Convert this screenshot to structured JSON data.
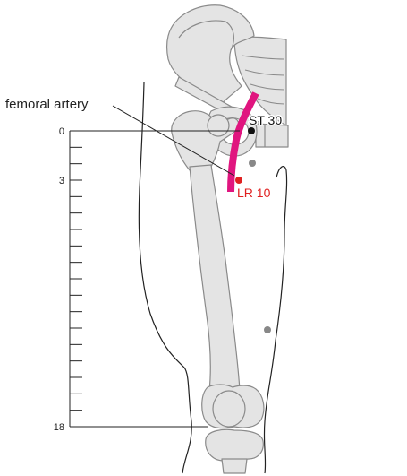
{
  "labels": {
    "artery": "femoral artery",
    "st30": "ST 30",
    "lr10": "LR 10"
  },
  "scale": {
    "top": "0",
    "mid": "3",
    "bottom": "18",
    "max_units": 18,
    "tick_count": 18
  },
  "colors": {
    "artery": "#e0157f",
    "lr10": "#e02020",
    "st30": "#111111",
    "bone_fill": "#e4e4e4",
    "bone_stroke": "#8a8a8a",
    "outline": "#222222",
    "extra_point": "#888888"
  }
}
